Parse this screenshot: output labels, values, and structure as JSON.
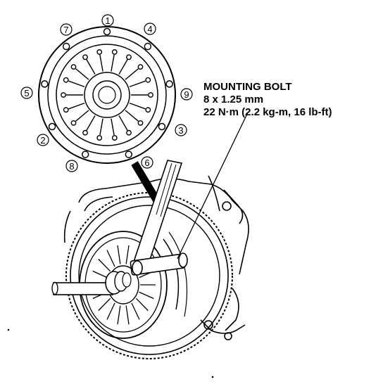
{
  "callout": {
    "title": "MOUNTING BOLT",
    "size": "8 x 1.25 mm",
    "torque": "22 N·m (2.2 kg-m, 16 lb-ft)"
  },
  "bolt_sequence": [
    "1",
    "2",
    "3",
    "4",
    "5",
    "6",
    "7",
    "8",
    "9"
  ],
  "colors": {
    "ink": "#000000",
    "paper": "#ffffff"
  }
}
